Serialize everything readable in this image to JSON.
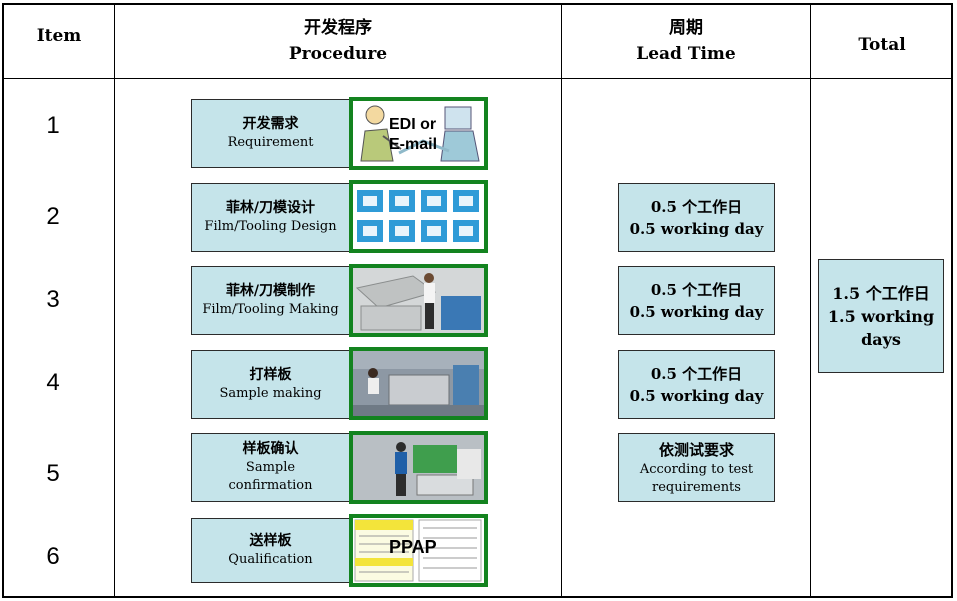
{
  "header": {
    "item": "Item",
    "procedure_zh": "开发程序",
    "procedure_en": "Procedure",
    "lead_zh": "周期",
    "lead_en": "Lead Time",
    "total": "Total"
  },
  "rows": [
    {
      "num": "1",
      "zh": "开发需求",
      "en": "Requirement",
      "image": "person-with-computer",
      "overlay": "EDI or\nE-mail"
    },
    {
      "num": "2",
      "zh": "菲林/刀模设计",
      "en": "Film/Tooling Design",
      "image": "film-layout-grid",
      "overlay": ""
    },
    {
      "num": "3",
      "zh": "菲林/刀模制作",
      "en": "Film/Tooling Making",
      "image": "worker-at-machine",
      "overlay": ""
    },
    {
      "num": "4",
      "zh": "打样板",
      "en": "Sample making",
      "image": "workshop",
      "overlay": ""
    },
    {
      "num": "5",
      "zh": "样板确认",
      "en": "Sample\nconfirmation",
      "image": "inspection-station",
      "overlay": ""
    },
    {
      "num": "6",
      "zh": "送样板",
      "en": "Qualification",
      "image": "ppap-document",
      "overlay": "PPAP"
    }
  ],
  "lead_times": [
    {
      "zh": "0.5 个工作日",
      "en": "0.5 working day"
    },
    {
      "zh": "0.5 个工作日",
      "en": "0.5 working day"
    },
    {
      "zh": "0.5 个工作日",
      "en": "0.5 working day"
    },
    {
      "zh": "依测试要求",
      "en": "According to test\nrequirements"
    }
  ],
  "total": {
    "zh": "1.5 个工作日",
    "en": "1.5 working\ndays"
  },
  "colors": {
    "box_fill": "#c5e4ea",
    "image_border": "#13831f",
    "grid": "#000000"
  }
}
